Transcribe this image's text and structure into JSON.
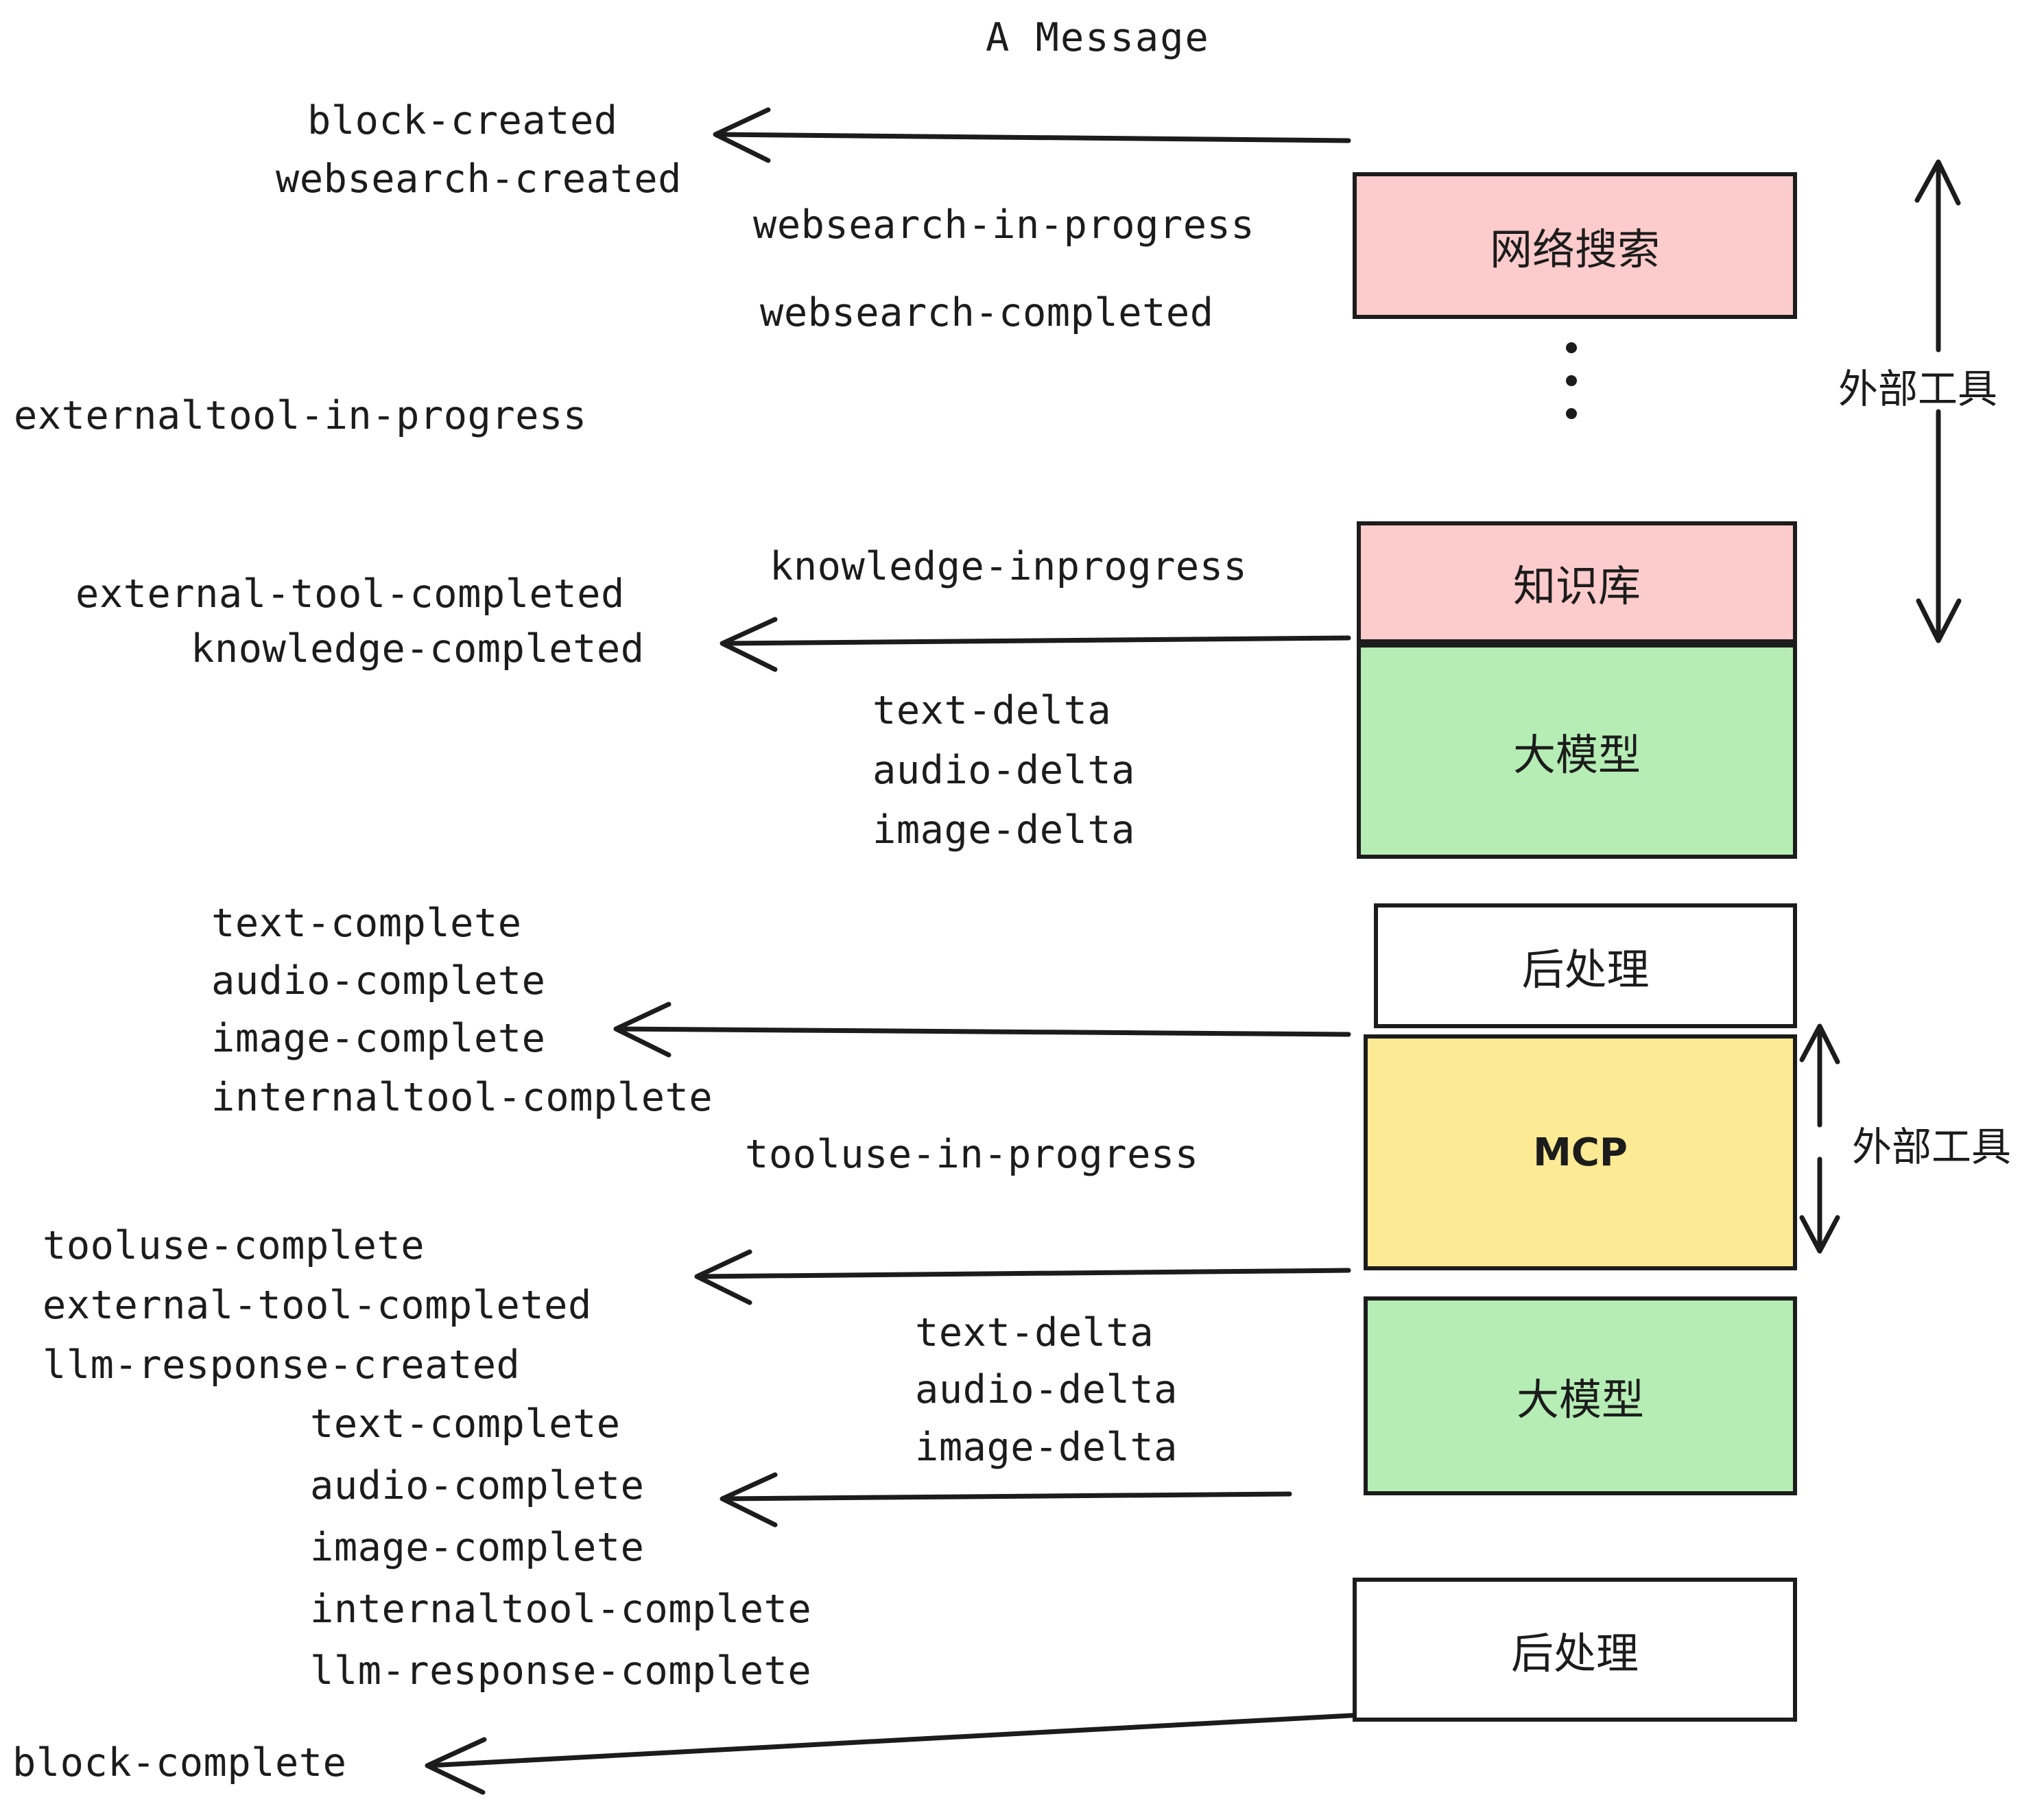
{
  "diagram": {
    "title": "A Message",
    "colors": {
      "pink": "#FCCBCB",
      "green": "#B5EDB5",
      "yellow": "#FCEA94",
      "white": "#FFFFFF",
      "stroke": "#1c1c1c"
    },
    "nodes": [
      {
        "id": "websearch",
        "label": "网络搜索",
        "fill": "#FCCBCB"
      },
      {
        "id": "knowledge",
        "label": "知识库",
        "fill": "#FCCBCB"
      },
      {
        "id": "llm-1",
        "label": "大模型",
        "fill": "#B5EDB5"
      },
      {
        "id": "post-1",
        "label": "后处理",
        "fill": "#FFFFFF"
      },
      {
        "id": "mcp",
        "label": "MCP",
        "fill": "#FCEA94"
      },
      {
        "id": "llm-2",
        "label": "大模型",
        "fill": "#B5EDB5"
      },
      {
        "id": "post-2",
        "label": "后处理",
        "fill": "#FFFFFF"
      }
    ],
    "side_labels": [
      {
        "id": "external-tools-top",
        "text": "外部工具"
      },
      {
        "id": "external-tools-bottom",
        "text": "外部工具"
      }
    ],
    "events": [
      {
        "id": "block-created",
        "text": "block-created"
      },
      {
        "id": "websearch-created",
        "text": "websearch-created"
      },
      {
        "id": "websearch-in-progress",
        "text": "websearch-in-progress"
      },
      {
        "id": "websearch-completed",
        "text": "websearch-completed"
      },
      {
        "id": "externaltool-in-progress",
        "text": "externaltool-in-progress"
      },
      {
        "id": "knowledge-inprogress",
        "text": "knowledge-inprogress"
      },
      {
        "id": "external-tool-completed-1",
        "text": "external-tool-completed"
      },
      {
        "id": "knowledge-completed",
        "text": "knowledge-completed"
      },
      {
        "id": "text-delta-1",
        "text": "text-delta"
      },
      {
        "id": "audio-delta-1",
        "text": "audio-delta"
      },
      {
        "id": "image-delta-1",
        "text": "image-delta"
      },
      {
        "id": "text-complete-1",
        "text": "text-complete"
      },
      {
        "id": "audio-complete-1",
        "text": "audio-complete"
      },
      {
        "id": "image-complete-1",
        "text": "image-complete"
      },
      {
        "id": "internaltool-complete-1",
        "text": "internaltool-complete"
      },
      {
        "id": "tooluse-in-progress",
        "text": "tooluse-in-progress"
      },
      {
        "id": "tooluse-complete",
        "text": "tooluse-complete"
      },
      {
        "id": "external-tool-completed-2",
        "text": "external-tool-completed"
      },
      {
        "id": "llm-response-created",
        "text": "llm-response-created"
      },
      {
        "id": "text-delta-2",
        "text": "text-delta"
      },
      {
        "id": "audio-delta-2",
        "text": "audio-delta"
      },
      {
        "id": "image-delta-2",
        "text": "image-delta"
      },
      {
        "id": "text-complete-2",
        "text": "text-complete"
      },
      {
        "id": "audio-complete-2",
        "text": "audio-complete"
      },
      {
        "id": "image-complete-2",
        "text": "image-complete"
      },
      {
        "id": "internaltool-complete-2",
        "text": "internaltool-complete"
      },
      {
        "id": "llm-response-complete",
        "text": "llm-response-complete"
      },
      {
        "id": "block-complete",
        "text": "block-complete"
      }
    ]
  }
}
